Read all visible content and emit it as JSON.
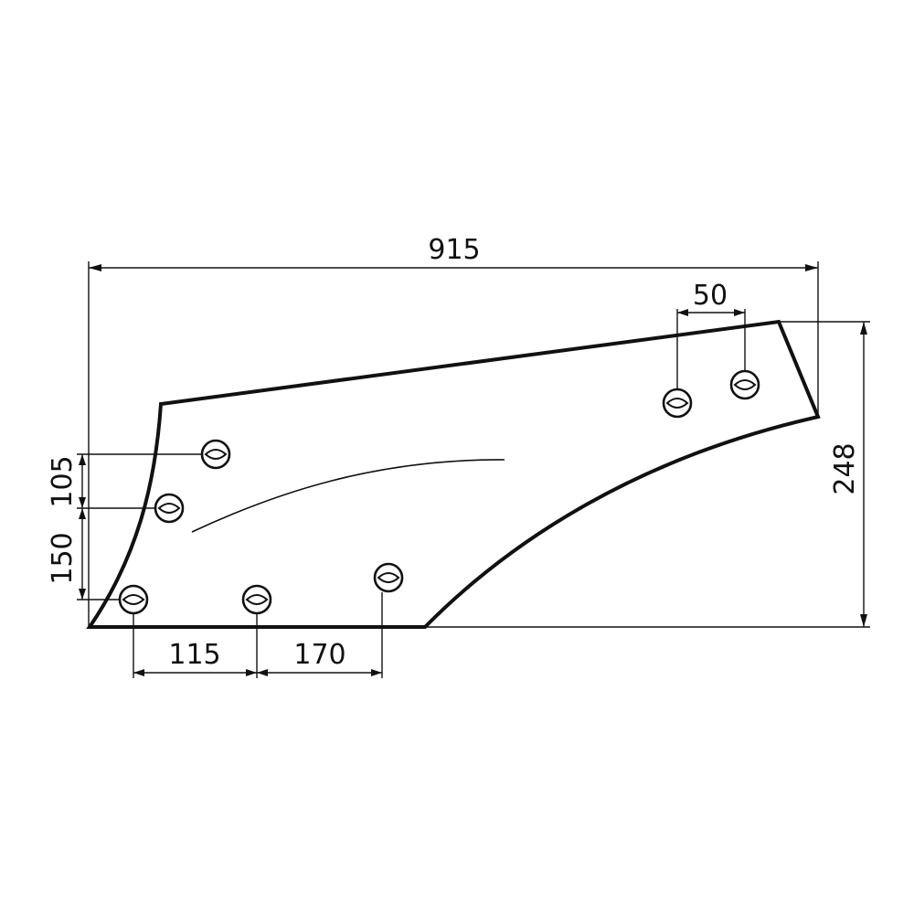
{
  "drawing": {
    "dimensions": {
      "overall_length": "915",
      "overall_height": "248",
      "top_hole_spacing": "50",
      "left_hole_spacing_upper": "105",
      "left_hole_spacing_lower": "150",
      "bottom_hole_spacing_left": "115",
      "bottom_hole_spacing_right": "170"
    },
    "colors": {
      "line": "#111111",
      "background": "#ffffff"
    }
  }
}
